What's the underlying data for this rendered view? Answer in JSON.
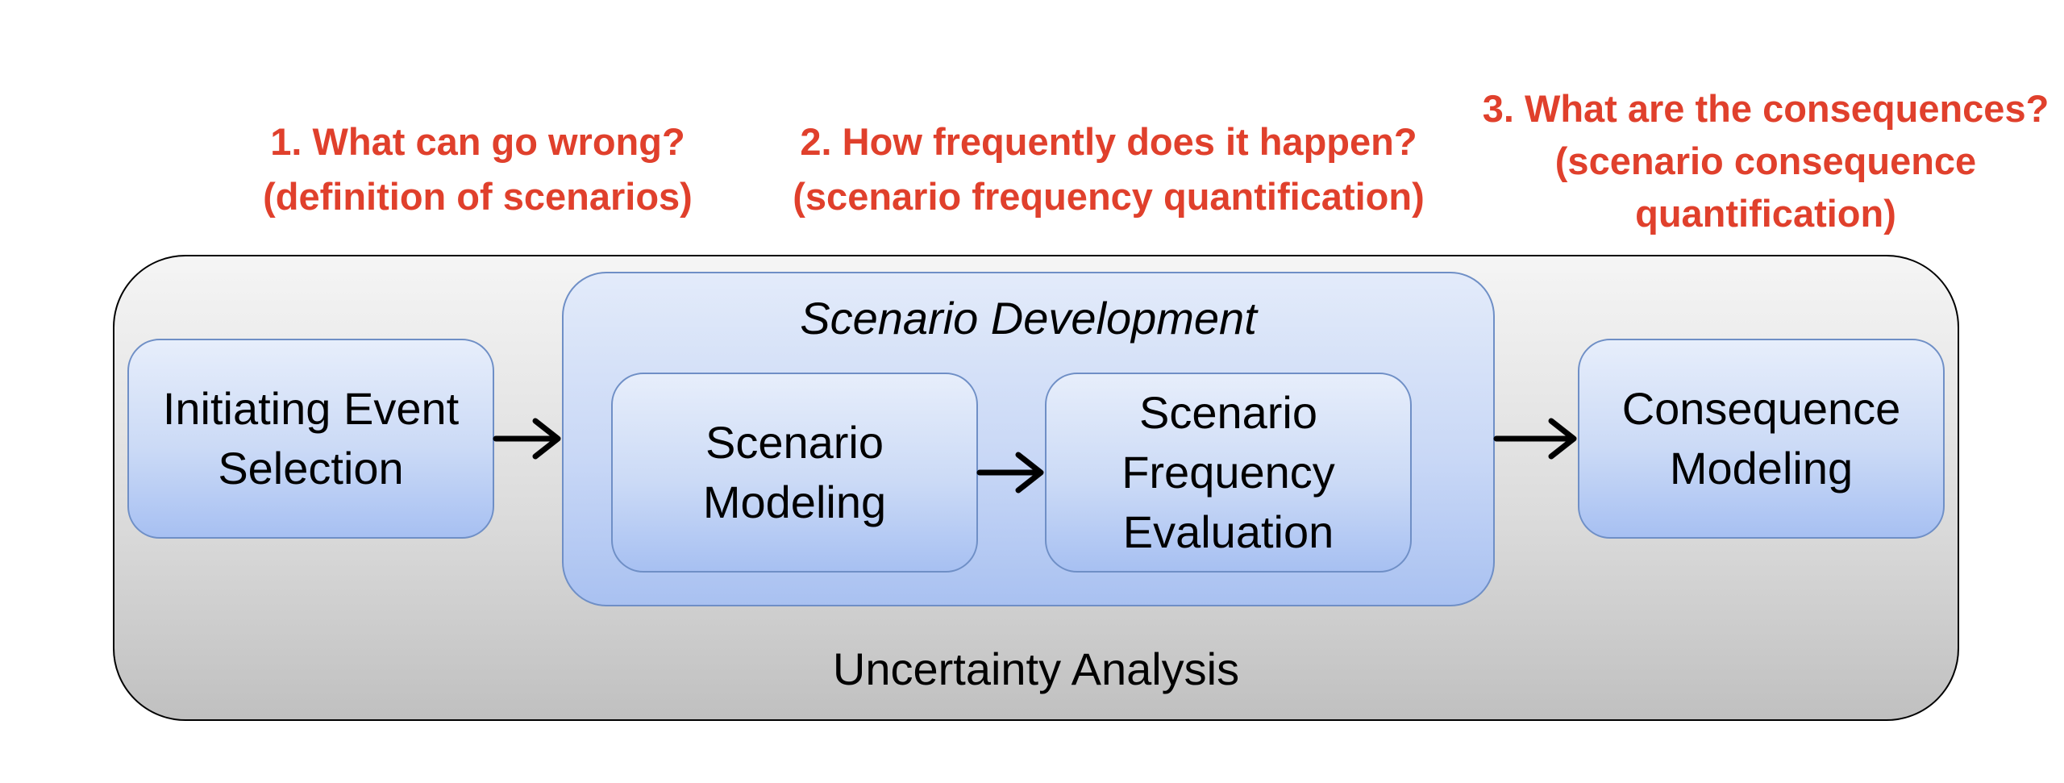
{
  "questions": [
    {
      "line1": "1. What can go wrong?",
      "line2": "(definition of scenarios)"
    },
    {
      "line1": "2. How frequently does it happen?",
      "line2": "(scenario frequency quantification)"
    },
    {
      "line1": "3. What are the consequences?",
      "line2": "(scenario consequence",
      "line3": "quantification)"
    }
  ],
  "boxes": {
    "initiating": "Initiating Event\nSelection",
    "scenario_development": "Scenario Development",
    "scenario_modeling": "Scenario\nModeling",
    "frequency": "Scenario\nFrequency\nEvaluation",
    "consequence": "Consequence\nModeling"
  },
  "container_label": "Uncertainty Analysis",
  "colors": {
    "question_text": "#e0402c",
    "box_border": "#6f8fc6",
    "container_border": "#000000"
  }
}
